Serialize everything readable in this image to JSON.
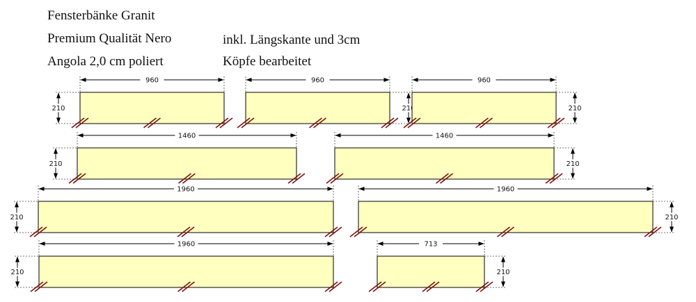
{
  "header": {
    "line1": "Fensterbänke Granit",
    "line2": "Premium Qualität Nero",
    "line3": "Angola 2,0 cm poliert",
    "note1": "inkl. Längskante und 3cm",
    "note2": "Köpfe bearbeitet"
  },
  "colors": {
    "slab_fill": "#ffffc0",
    "edge_mark": "#7a1010",
    "line": "#000000"
  },
  "slabs": [
    {
      "id": "slab-1",
      "length": "960",
      "width": "210"
    },
    {
      "id": "slab-2",
      "length": "960",
      "width": "210"
    },
    {
      "id": "slab-3",
      "length": "960",
      "width": "210"
    },
    {
      "id": "slab-4",
      "length": "1460",
      "width": "210"
    },
    {
      "id": "slab-5",
      "length": "1460",
      "width": "210"
    },
    {
      "id": "slab-6",
      "length": "1960",
      "width": "210"
    },
    {
      "id": "slab-7",
      "length": "1960",
      "width": "210"
    },
    {
      "id": "slab-8",
      "length": "1960",
      "width": "210"
    },
    {
      "id": "slab-9",
      "length": "713",
      "width": "210"
    }
  ]
}
